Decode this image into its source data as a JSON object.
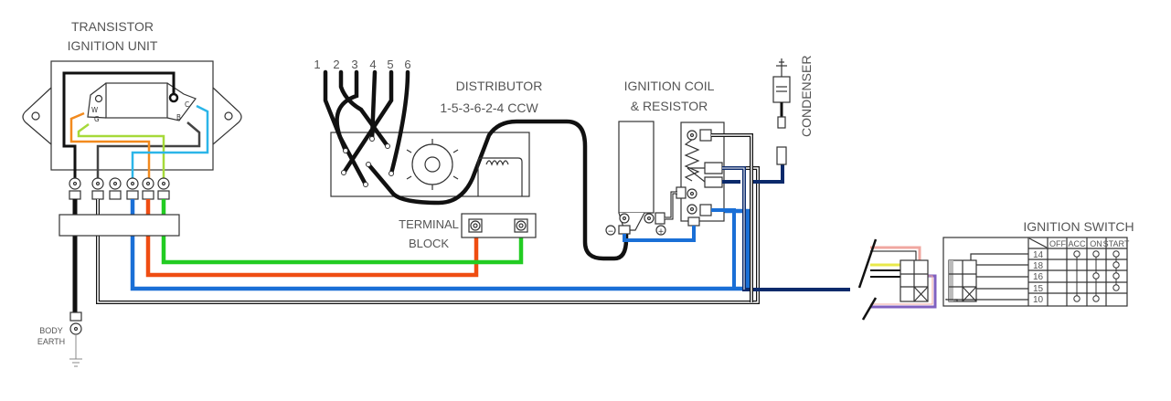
{
  "title": "Transistor Ignition Wiring Diagram",
  "components": {
    "transistor_unit": {
      "label_line1": "TRANSISTOR",
      "label_line2": "IGNITION UNIT",
      "pins": [
        "W",
        "G",
        "C",
        "B"
      ]
    },
    "distributor": {
      "label": "DISTRIBUTOR",
      "firing_order": "1-5-3-6-2-4 CCW",
      "cylinders": [
        "1",
        "2",
        "3",
        "4",
        "5",
        "6"
      ]
    },
    "terminal_block": {
      "label_line1": "TERMINAL",
      "label_line2": "BLOCK"
    },
    "ignition_coil": {
      "label_line1": "IGNITION COIL",
      "label_line2": "& RESISTOR",
      "neg_symbol": "−",
      "pos_symbol": "+"
    },
    "condenser": {
      "label": "CONDENSER"
    },
    "body_earth": {
      "label_line1": "BODY",
      "label_line2": "EARTH"
    },
    "ignition_switch": {
      "label": "IGNITION SWITCH",
      "columns": [
        "OFF",
        "ACC",
        "ON",
        "START"
      ],
      "rows": [
        {
          "terminal": "14",
          "OFF": false,
          "ACC": true,
          "ON": true,
          "START": true
        },
        {
          "terminal": "18",
          "OFF": false,
          "ACC": false,
          "ON": false,
          "START": true
        },
        {
          "terminal": "16",
          "OFF": false,
          "ACC": false,
          "ON": true,
          "START": true
        },
        {
          "terminal": "15",
          "OFF": false,
          "ACC": false,
          "ON": false,
          "START": true
        },
        {
          "terminal": "10",
          "OFF": false,
          "ACC": true,
          "ON": true,
          "START": false
        }
      ]
    }
  },
  "wire_colors": {
    "black": "#111111",
    "blue": "#1a6fd6",
    "orange": "#ef4d12",
    "green": "#22cc22",
    "light_blue": "#2bb5e8",
    "light_orange": "#f28a1e",
    "light_green": "#a6d93a",
    "navy": "#0b2a6b",
    "yellow": "#e8e84a",
    "pink": "#f0a7a0",
    "purple": "#8060c0"
  }
}
